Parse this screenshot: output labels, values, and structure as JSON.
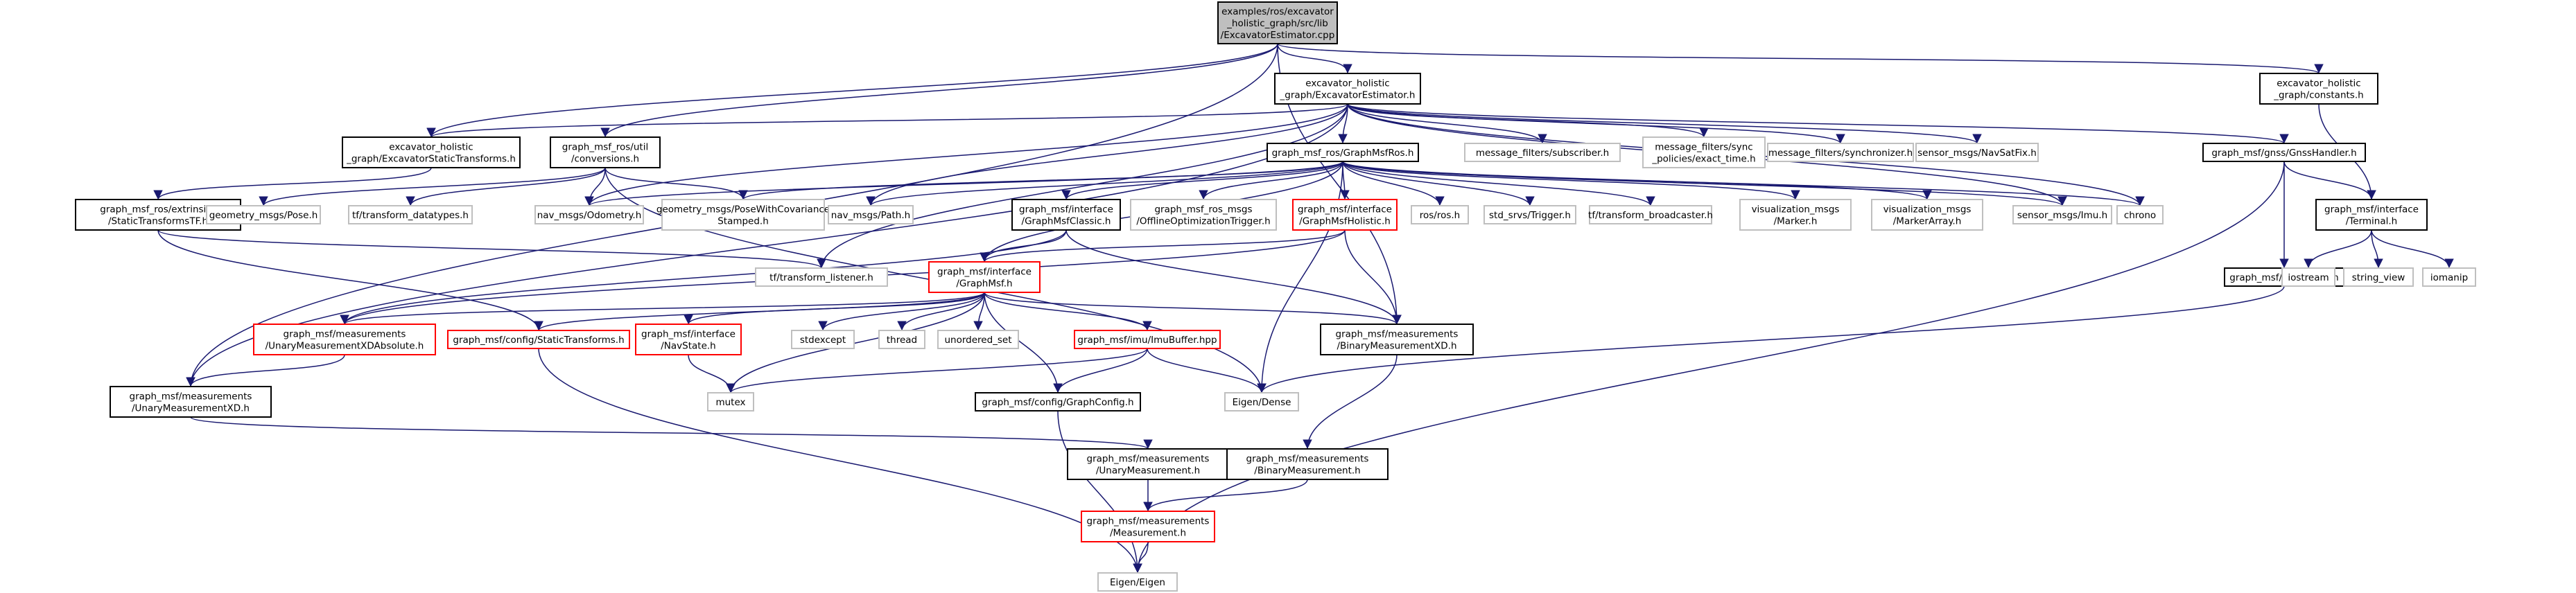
{
  "colors": {
    "edge": "#191970",
    "border_normal": "#000000",
    "border_truncated": "#ff0000",
    "border_external": "#bfbfbf",
    "fill_root": "#bfbfbf",
    "fill_default": "#ffffff",
    "text": "#000000"
  },
  "nodes": [
    {
      "id": "root",
      "lines": [
        "examples/ros/excavator",
        "_holistic_graph/src/lib",
        "/ExcavatorEstimator.cpp"
      ],
      "kind": "root"
    },
    {
      "id": "est_h",
      "lines": [
        "excavator_holistic",
        "_graph/ExcavatorEstimator.h"
      ],
      "kind": "normal"
    },
    {
      "id": "constants",
      "lines": [
        "excavator_holistic",
        "_graph/constants.h"
      ],
      "kind": "normal"
    },
    {
      "id": "static_tf",
      "lines": [
        "excavator_holistic",
        "_graph/ExcavatorStaticTransforms.h"
      ],
      "kind": "normal"
    },
    {
      "id": "conversions",
      "lines": [
        "graph_msf_ros/util",
        "/conversions.h"
      ],
      "kind": "normal"
    },
    {
      "id": "graph_msf_ros",
      "lines": [
        "graph_msf_ros/GraphMsfRos.h"
      ],
      "kind": "normal"
    },
    {
      "id": "mf_sub",
      "lines": [
        "message_filters/subscriber.h"
      ],
      "kind": "external"
    },
    {
      "id": "mf_sync_policy",
      "lines": [
        "message_filters/sync",
        "_policies/exact_time.h"
      ],
      "kind": "external"
    },
    {
      "id": "mf_sync",
      "lines": [
        "message_filters/synchronizer.h"
      ],
      "kind": "external"
    },
    {
      "id": "navsat",
      "lines": [
        "sensor_msgs/NavSatFix.h"
      ],
      "kind": "external"
    },
    {
      "id": "gnss_handler",
      "lines": [
        "graph_msf/gnss/GnssHandler.h"
      ],
      "kind": "normal"
    },
    {
      "id": "extrinsics",
      "lines": [
        "graph_msf_ros/extrinsics",
        "/StaticTransformsTF.h"
      ],
      "kind": "normal"
    },
    {
      "id": "pose",
      "lines": [
        "geometry_msgs/Pose.h"
      ],
      "kind": "external"
    },
    {
      "id": "tf_datatypes",
      "lines": [
        "tf/transform_datatypes.h"
      ],
      "kind": "external"
    },
    {
      "id": "odometry",
      "lines": [
        "nav_msgs/Odometry.h"
      ],
      "kind": "external"
    },
    {
      "id": "pose_cov",
      "lines": [
        "geometry_msgs/PoseWithCovariance",
        "Stamped.h"
      ],
      "kind": "external"
    },
    {
      "id": "nav_path",
      "lines": [
        "nav_msgs/Path.h"
      ],
      "kind": "external"
    },
    {
      "id": "msf_classic",
      "lines": [
        "graph_msf/interface",
        "/GraphMsfClassic.h"
      ],
      "kind": "normal"
    },
    {
      "id": "offline_opt",
      "lines": [
        "graph_msf_ros_msgs",
        "/OfflineOptimizationTrigger.h"
      ],
      "kind": "external"
    },
    {
      "id": "msf_holistic",
      "lines": [
        "graph_msf/interface",
        "/GraphMsfHolistic.h"
      ],
      "kind": "truncated"
    },
    {
      "id": "ros_h",
      "lines": [
        "ros/ros.h"
      ],
      "kind": "external"
    },
    {
      "id": "trigger",
      "lines": [
        "std_srvs/Trigger.h"
      ],
      "kind": "external"
    },
    {
      "id": "tf_broadcaster",
      "lines": [
        "tf/transform_broadcaster.h"
      ],
      "kind": "external"
    },
    {
      "id": "vis_marker",
      "lines": [
        "visualization_msgs",
        "/Marker.h"
      ],
      "kind": "external"
    },
    {
      "id": "vis_marker_array",
      "lines": [
        "visualization_msgs",
        "/MarkerArray.h"
      ],
      "kind": "external"
    },
    {
      "id": "imu",
      "lines": [
        "sensor_msgs/Imu.h"
      ],
      "kind": "external"
    },
    {
      "id": "chrono",
      "lines": [
        "chrono"
      ],
      "kind": "external"
    },
    {
      "id": "terminal",
      "lines": [
        "graph_msf/interface",
        "/Terminal.h"
      ],
      "kind": "normal"
    },
    {
      "id": "gnss",
      "lines": [
        "graph_msf/gnss/Gnss.h"
      ],
      "kind": "normal"
    },
    {
      "id": "iostream",
      "lines": [
        "iostream"
      ],
      "kind": "external"
    },
    {
      "id": "string_view",
      "lines": [
        "string_view"
      ],
      "kind": "external"
    },
    {
      "id": "iomanip",
      "lines": [
        "iomanip"
      ],
      "kind": "external"
    },
    {
      "id": "tf_listener",
      "lines": [
        "tf/transform_listener.h"
      ],
      "kind": "external"
    },
    {
      "id": "graph_msf",
      "lines": [
        "graph_msf/interface",
        "/GraphMsf.h"
      ],
      "kind": "truncated"
    },
    {
      "id": "unary_abs",
      "lines": [
        "graph_msf/measurements",
        "/UnaryMeasurementXDAbsolute.h"
      ],
      "kind": "truncated"
    },
    {
      "id": "static_transforms",
      "lines": [
        "graph_msf/config/StaticTransforms.h"
      ],
      "kind": "truncated"
    },
    {
      "id": "navstate",
      "lines": [
        "graph_msf/interface",
        "/NavState.h"
      ],
      "kind": "truncated"
    },
    {
      "id": "stdexcept",
      "lines": [
        "stdexcept"
      ],
      "kind": "external"
    },
    {
      "id": "thread",
      "lines": [
        "thread"
      ],
      "kind": "external"
    },
    {
      "id": "unordered_set",
      "lines": [
        "unordered_set"
      ],
      "kind": "external"
    },
    {
      "id": "imu_buffer",
      "lines": [
        "graph_msf/imu/ImuBuffer.hpp"
      ],
      "kind": "truncated"
    },
    {
      "id": "binary_xd",
      "lines": [
        "graph_msf/measurements",
        "/BinaryMeasurementXD.h"
      ],
      "kind": "normal"
    },
    {
      "id": "mutex",
      "lines": [
        "mutex"
      ],
      "kind": "external"
    },
    {
      "id": "eigen_dense",
      "lines": [
        "Eigen/Dense"
      ],
      "kind": "external"
    },
    {
      "id": "graph_config",
      "lines": [
        "graph_msf/config/GraphConfig.h"
      ],
      "kind": "normal"
    },
    {
      "id": "unary_xd",
      "lines": [
        "graph_msf/measurements",
        "/UnaryMeasurementXD.h"
      ],
      "kind": "normal"
    },
    {
      "id": "unary",
      "lines": [
        "graph_msf/measurements",
        "/UnaryMeasurement.h"
      ],
      "kind": "normal"
    },
    {
      "id": "binary",
      "lines": [
        "graph_msf/measurements",
        "/BinaryMeasurement.h"
      ],
      "kind": "normal"
    },
    {
      "id": "measurement",
      "lines": [
        "graph_msf/measurements",
        "/Measurement.h"
      ],
      "kind": "truncated"
    },
    {
      "id": "eigen",
      "lines": [
        "Eigen/Eigen"
      ],
      "kind": "external"
    }
  ],
  "edges": [
    [
      "root",
      "est_h"
    ],
    [
      "root",
      "constants"
    ],
    [
      "root",
      "static_tf"
    ],
    [
      "root",
      "conversions"
    ],
    [
      "root",
      "unary_xd"
    ],
    [
      "root",
      "binary_xd"
    ],
    [
      "est_h",
      "static_tf"
    ],
    [
      "est_h",
      "graph_msf_ros"
    ],
    [
      "est_h",
      "mf_sub"
    ],
    [
      "est_h",
      "mf_sync_policy"
    ],
    [
      "est_h",
      "mf_sync"
    ],
    [
      "est_h",
      "navsat"
    ],
    [
      "est_h",
      "gnss_handler"
    ],
    [
      "est_h",
      "odometry"
    ],
    [
      "est_h",
      "nav_path"
    ],
    [
      "est_h",
      "imu"
    ],
    [
      "est_h",
      "chrono"
    ],
    [
      "est_h",
      "tf_listener"
    ],
    [
      "est_h",
      "unary_xd"
    ],
    [
      "constants",
      "terminal"
    ],
    [
      "static_tf",
      "extrinsics"
    ],
    [
      "conversions",
      "pose"
    ],
    [
      "conversions",
      "tf_datatypes"
    ],
    [
      "conversions",
      "odometry"
    ],
    [
      "conversions",
      "pose_cov"
    ],
    [
      "conversions",
      "eigen_dense"
    ],
    [
      "extrinsics",
      "tf_listener"
    ],
    [
      "extrinsics",
      "static_transforms"
    ],
    [
      "graph_msf_ros",
      "odometry"
    ],
    [
      "graph_msf_ros",
      "pose_cov"
    ],
    [
      "graph_msf_ros",
      "nav_path"
    ],
    [
      "graph_msf_ros",
      "msf_classic"
    ],
    [
      "graph_msf_ros",
      "offline_opt"
    ],
    [
      "graph_msf_ros",
      "msf_holistic"
    ],
    [
      "graph_msf_ros",
      "ros_h"
    ],
    [
      "graph_msf_ros",
      "trigger"
    ],
    [
      "graph_msf_ros",
      "tf_broadcaster"
    ],
    [
      "graph_msf_ros",
      "vis_marker"
    ],
    [
      "graph_msf_ros",
      "vis_marker_array"
    ],
    [
      "graph_msf_ros",
      "imu"
    ],
    [
      "graph_msf_ros",
      "chrono"
    ],
    [
      "graph_msf_ros",
      "graph_msf"
    ],
    [
      "graph_msf_ros",
      "eigen_dense"
    ],
    [
      "gnss_handler",
      "terminal"
    ],
    [
      "gnss_handler",
      "gnss"
    ],
    [
      "gnss_handler",
      "eigen"
    ],
    [
      "terminal",
      "iostream"
    ],
    [
      "terminal",
      "string_view"
    ],
    [
      "terminal",
      "iomanip"
    ],
    [
      "gnss",
      "eigen_dense"
    ],
    [
      "msf_classic",
      "graph_msf"
    ],
    [
      "msf_classic",
      "unary_abs"
    ],
    [
      "msf_classic",
      "binary_xd"
    ],
    [
      "msf_holistic",
      "graph_msf"
    ],
    [
      "msf_holistic",
      "unary_abs"
    ],
    [
      "msf_holistic",
      "binary_xd"
    ],
    [
      "graph_msf",
      "unary_abs"
    ],
    [
      "graph_msf",
      "static_transforms"
    ],
    [
      "graph_msf",
      "navstate"
    ],
    [
      "graph_msf",
      "stdexcept"
    ],
    [
      "graph_msf",
      "thread"
    ],
    [
      "graph_msf",
      "unordered_set"
    ],
    [
      "graph_msf",
      "imu_buffer"
    ],
    [
      "graph_msf",
      "binary_xd"
    ],
    [
      "graph_msf",
      "mutex"
    ],
    [
      "graph_msf",
      "graph_config"
    ],
    [
      "unary_abs",
      "unary_xd"
    ],
    [
      "static_transforms",
      "eigen"
    ],
    [
      "navstate",
      "mutex"
    ],
    [
      "imu_buffer",
      "mutex"
    ],
    [
      "imu_buffer",
      "graph_config"
    ],
    [
      "imu_buffer",
      "eigen_dense"
    ],
    [
      "binary_xd",
      "binary"
    ],
    [
      "graph_config",
      "eigen"
    ],
    [
      "unary_xd",
      "unary"
    ],
    [
      "unary",
      "measurement"
    ],
    [
      "binary",
      "measurement"
    ],
    [
      "measurement",
      "eigen"
    ]
  ]
}
